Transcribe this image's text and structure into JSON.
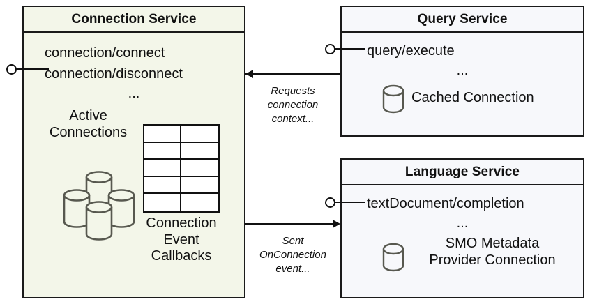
{
  "diagram": {
    "type": "component-diagram",
    "colors": {
      "connection_service_fill": "#f3f6e9",
      "service_fill": "#f7f8fb",
      "border": "#1a1a1a",
      "cylinder_stroke": "#57584f",
      "text": "#111111"
    }
  },
  "connection_service": {
    "title": "Connection Service",
    "interfaces": [
      "connection/connect",
      "connection/disconnect"
    ],
    "ellipsis": "...",
    "active_connections_caption": "Active\nConnections",
    "active_connections_line1": "Active",
    "active_connections_line2": "Connections",
    "callbacks_caption_line1": "Connection",
    "callbacks_caption_line2": "Event",
    "callbacks_caption_line3": "Callbacks",
    "cylinder_count": 4,
    "grid": {
      "columns": 2,
      "rows": 5
    },
    "provided_interface_icon": "lollipop-interface-icon"
  },
  "query_service": {
    "title": "Query Service",
    "interfaces": [
      "query/execute"
    ],
    "ellipsis": "...",
    "database_label": "Cached Connection",
    "database_icon": "cylinder-database-icon",
    "provided_interface_icon": "lollipop-interface-icon"
  },
  "language_service": {
    "title": "Language Service",
    "interfaces": [
      "textDocument/completion"
    ],
    "ellipsis": "...",
    "database_label_line1": "SMO Metadata",
    "database_label_line2": "Provider Connection",
    "database_icon": "cylinder-database-icon",
    "provided_interface_icon": "lollipop-interface-icon"
  },
  "connectors": [
    {
      "id": "query-to-connection",
      "direction": "left",
      "label_line1": "Requests",
      "label_line2": "connection",
      "label_line3": "context..."
    },
    {
      "id": "connection-to-language",
      "direction": "right",
      "label_line1": "Sent",
      "label_line2": "OnConnection",
      "label_line3": "event..."
    }
  ]
}
